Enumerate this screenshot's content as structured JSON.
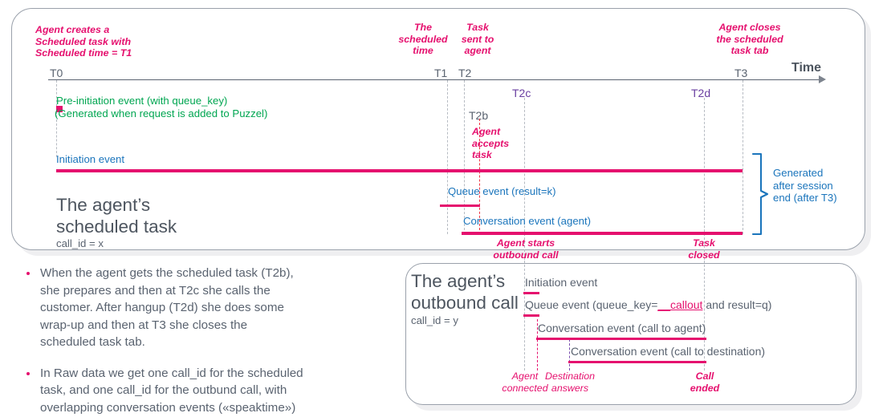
{
  "diagram": {
    "title": "Scheduled task and outbound call event timeline",
    "colors": {
      "pink": "#e5106e",
      "blue": "#1b75bc",
      "green": "#00a651",
      "purple": "#6a3fa0",
      "red_dashed": "#ef3340",
      "gray_text": "#5a6370",
      "panel_border": "#9aa1ab",
      "panel_shadow": "#efeff1"
    }
  },
  "timeline": {
    "axis_label": "Time",
    "ticks": [
      {
        "id": "T0",
        "label": "T0"
      },
      {
        "id": "T1",
        "label": "T1"
      },
      {
        "id": "T2",
        "label": "T2"
      },
      {
        "id": "T3",
        "label": "T3"
      }
    ],
    "sub_ticks": [
      {
        "id": "T2b",
        "label": "T2b"
      },
      {
        "id": "T2c",
        "label": "T2c"
      },
      {
        "id": "T2d",
        "label": "T2d"
      }
    ],
    "annotations": {
      "t0": "Agent creates a\nScheduled task with\nScheduled time = T1",
      "t1": "The\nscheduled\ntime",
      "t2": "Task\nsent to\nagent",
      "t2b": "Agent\naccepts\ntask",
      "t3": "Agent closes\nthe scheduled\ntask tab",
      "agent_starts_outbound": "Agent starts\noutbound call",
      "task_closed": "Task\nclosed"
    }
  },
  "scheduled_task": {
    "heading_line1": "The agent’s",
    "heading_line2": "scheduled task",
    "call_id": "call_id = x",
    "events": [
      {
        "name": "pre-initiation",
        "label": "Pre-initiation event (with queue_key)",
        "sublabel": "(Generated when request is added to Puzzel)",
        "color": "green"
      },
      {
        "name": "initiation",
        "label": "Initiation event",
        "color": "blue"
      },
      {
        "name": "queue",
        "label": "Queue event (result=k)",
        "color": "blue"
      },
      {
        "name": "conversation-agent",
        "label": "Conversation event (agent)",
        "color": "blue"
      }
    ],
    "bracket_note": "Generated\nafter session\nend (after T3)"
  },
  "outbound_call": {
    "heading_line1": "The agent’s",
    "heading_line2": "outbound call",
    "call_id": "call_id = y",
    "events": [
      {
        "name": "initiation",
        "label": "Initiation event"
      },
      {
        "name": "queue",
        "label_prefix": "Queue event (queue_key=",
        "label_highlight": "__callout",
        "label_suffix": " and result=q)"
      },
      {
        "name": "conversation-agent",
        "label": "Conversation event (call to agent)"
      },
      {
        "name": "conversation-destination",
        "label": "Conversation event (call to destination)"
      }
    ],
    "markers": {
      "agent_connected": "Agent\nconnected",
      "destination_answers": "Destination\nanswers",
      "call_ended": "Call\nended"
    }
  },
  "notes": {
    "bullets": [
      "When the agent gets the scheduled task (T2b),\nshe prepares and then at T2c she calls the\ncustomer. After hangup (T2d) she does some\nwrap-up and then at T3 she closes the\nscheduled task tab.",
      "In Raw data we get one call_id for the scheduled\ntask, and one call_id for the outbund call, with\noverlapping conversation events («speaktime»)"
    ]
  }
}
